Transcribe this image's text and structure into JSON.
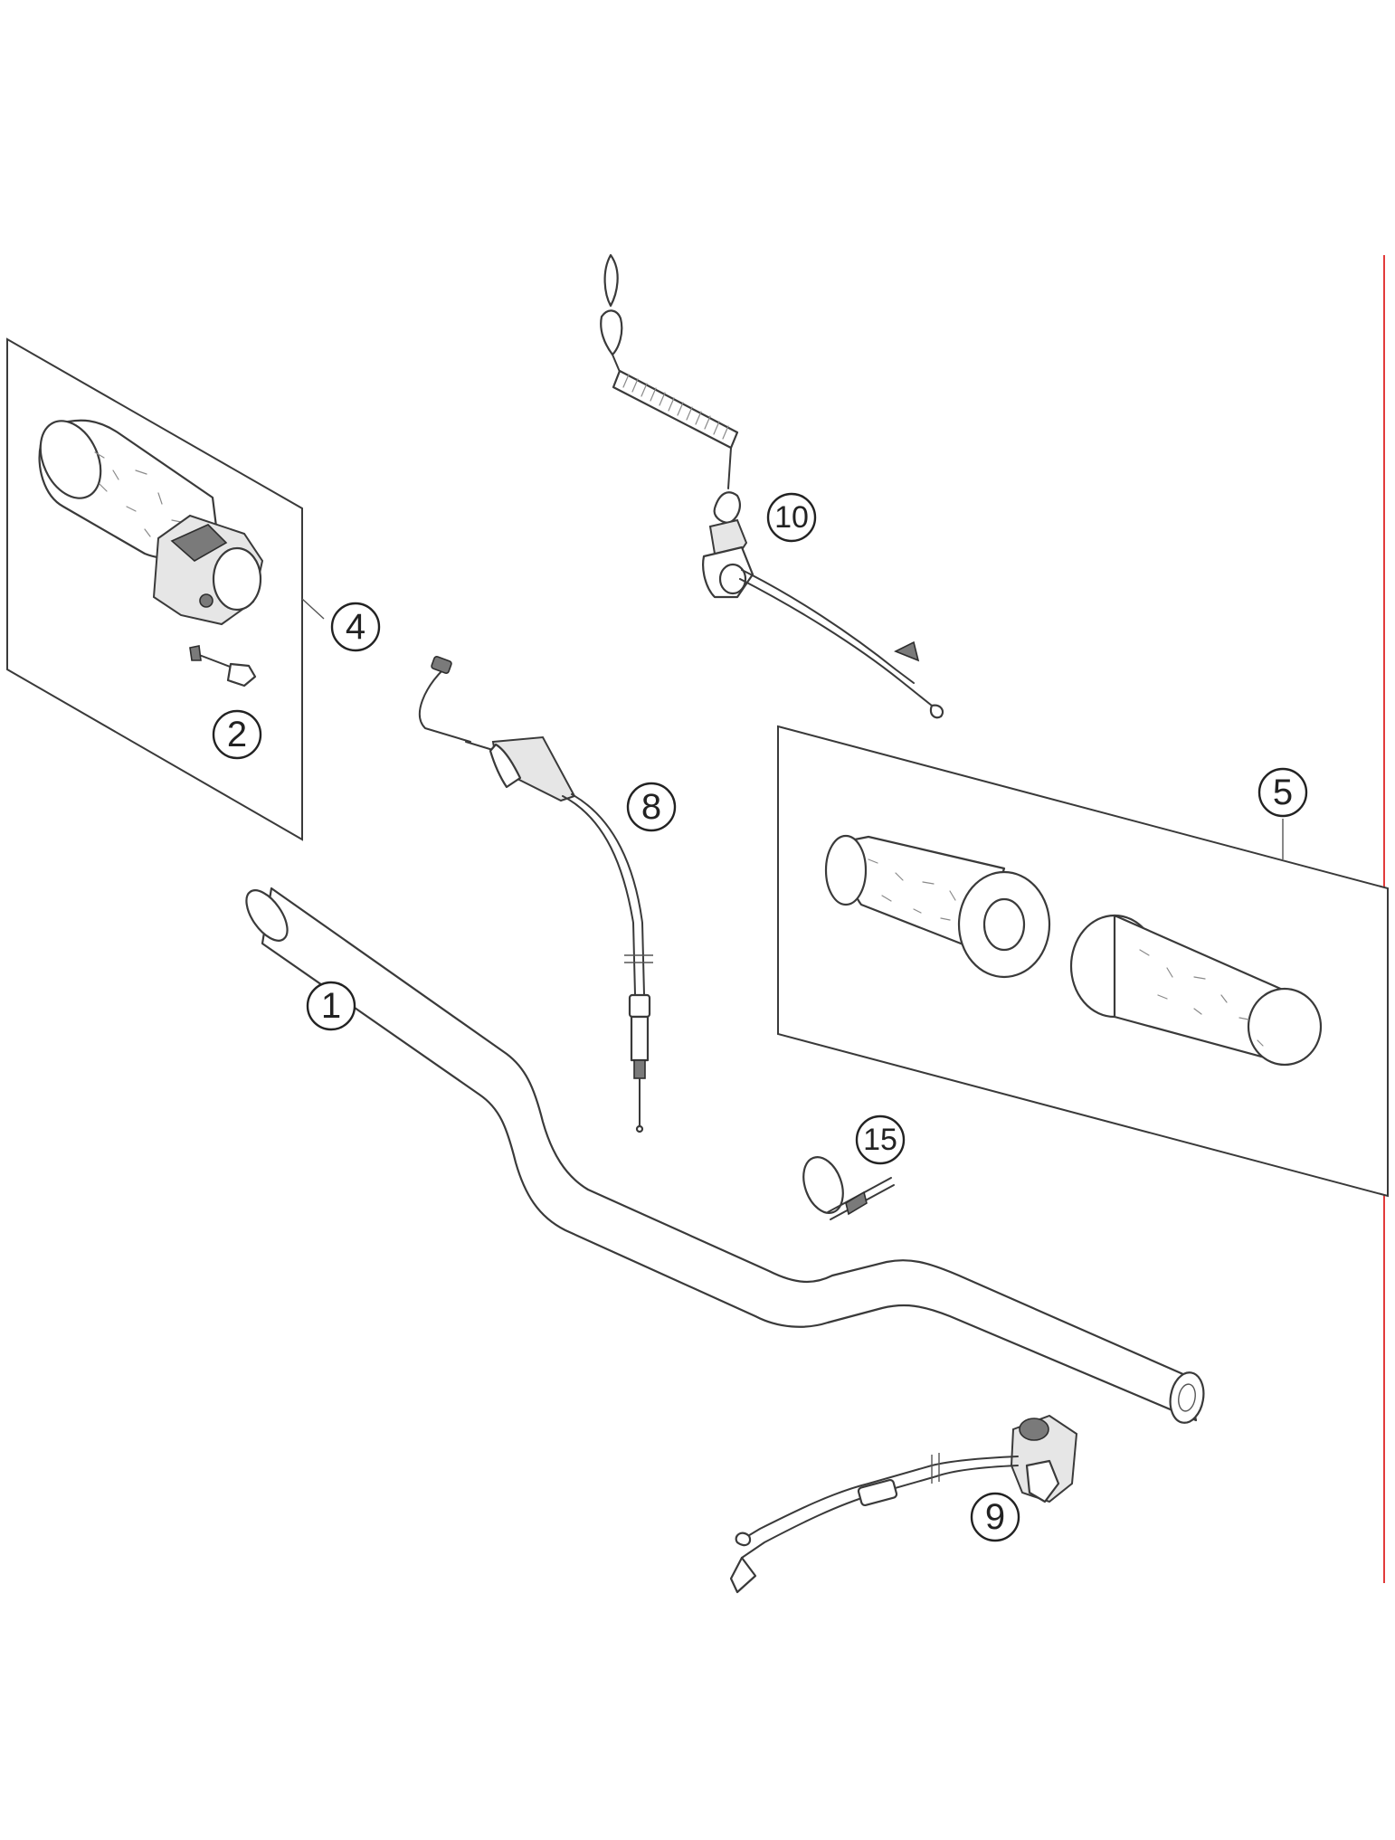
{
  "callouts": {
    "c1": "1",
    "c2": "2",
    "c4": "4",
    "c5": "5",
    "c8": "8",
    "c9": "9",
    "c10": "10",
    "c15": "15"
  },
  "colors": {
    "line": "#3a3a3a",
    "edge_marker": "#e23b3b"
  }
}
